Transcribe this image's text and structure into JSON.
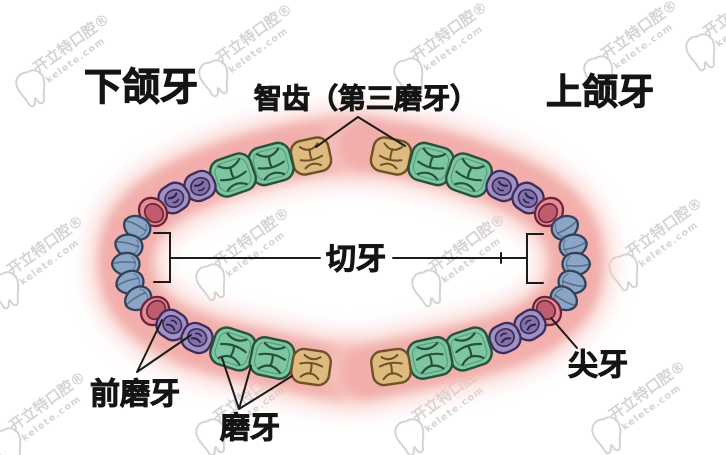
{
  "labels": {
    "lower_jaw": "下颌牙",
    "wisdom": "智齿（第三磨牙）",
    "upper_jaw": "上颌牙",
    "incisor": "切牙",
    "premolar": "前磨牙",
    "molar": "磨牙",
    "canine": "尖牙"
  },
  "watermark": {
    "brand": "开立特口腔",
    "reg": "®",
    "domain": "kelete.com",
    "icon": "tooth-outline-icon"
  },
  "palette": {
    "background": "#ffffff",
    "label_color": "#141414",
    "line_color": "#1b1b1b",
    "gum_pink": "#f2aeab",
    "gum_glow": "#f8cdc8",
    "incisor_blue": "#8ba5c6",
    "incisor_outline": "#31425a",
    "canine_red_outer": "#e18e99",
    "canine_red_inner": "#bf5a6e",
    "canine_outline": "#6f2238",
    "premolar_purple": "#a091c3",
    "premolar_inner": "#8271aa",
    "premolar_outline": "#3e2c5c",
    "premolar_slit": "#2e1f47",
    "molar_green": "#7cc7a2",
    "molar_outline": "#27513b",
    "wisdom_tan": "#deba80",
    "wisdom_outline": "#6e5124",
    "watermark_gray": "#cacaca"
  }
}
